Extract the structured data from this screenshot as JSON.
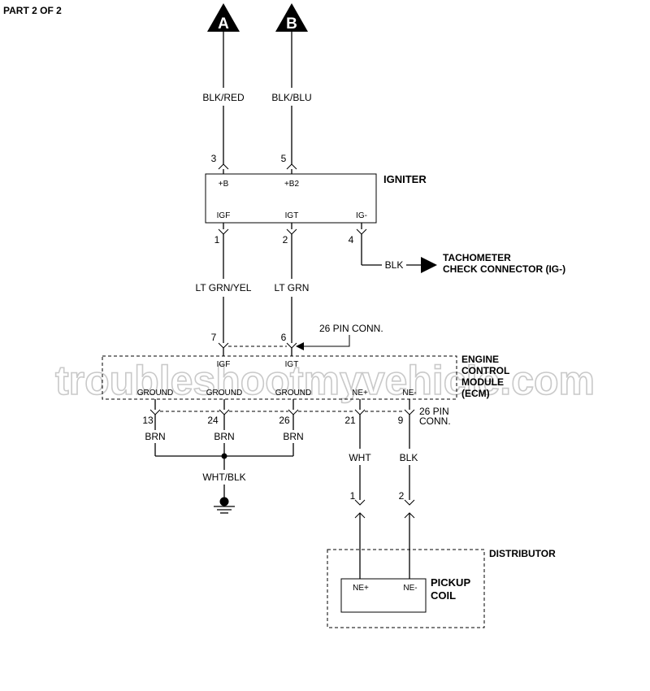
{
  "page_label": "PART 2 OF 2",
  "connectors": {
    "a": "A",
    "b": "B"
  },
  "wires": {
    "blk_red": "BLK/RED",
    "blk_blu": "BLK/BLU",
    "lt_grn_yel": "LT GRN/YEL",
    "lt_grn": "LT GRN",
    "blk_tach": "BLK",
    "brn_13": "BRN",
    "brn_24": "BRN",
    "brn_26": "BRN",
    "wht_blk": "WHT/BLK",
    "wht": "WHT",
    "blk_ne": "BLK"
  },
  "pins": {
    "igniter_b": "3",
    "igniter_b2": "5",
    "igf": "1",
    "igt": "2",
    "ig_neg": "4",
    "ecm_igf": "7",
    "ecm_igt": "6",
    "ecm_ground_1": "13",
    "ecm_ground_2": "24",
    "ecm_ground_3": "26",
    "ecm_ne_pos": "21",
    "ecm_ne_neg": "9",
    "dist_1": "1",
    "dist_2": "2"
  },
  "igniter": {
    "title": "IGNITER",
    "terminal_b": "+B",
    "terminal_b2": "+B2",
    "terminal_igf": "IGF",
    "terminal_igt": "IGT",
    "terminal_ig": "IG-"
  },
  "tachometer": {
    "line1": "TACHOMETER",
    "line2": "CHECK CONNECTOR (IG-)"
  },
  "conn_26pin_top": "26 PIN CONN.",
  "ecm": {
    "line1": "ENGINE",
    "line2": "CONTROL",
    "line3": "MODULE",
    "line4": "(ECM)",
    "terminal_igf": "IGF",
    "terminal_igt": "IGT",
    "ground_1": "GROUND",
    "ground_2": "GROUND",
    "ground_3": "GROUND",
    "ne_pos": "NE+",
    "ne_neg": "NE-"
  },
  "conn_26pin_bottom": {
    "line1": "26 PIN",
    "line2": "CONN."
  },
  "distributor": {
    "title": "DISTRIBUTOR"
  },
  "pickup_coil": {
    "line1": "PICKUP",
    "line2": "COIL",
    "ne_pos": "NE+",
    "ne_neg": "NE-"
  },
  "watermark": "troubleshootmyvehicle.com"
}
